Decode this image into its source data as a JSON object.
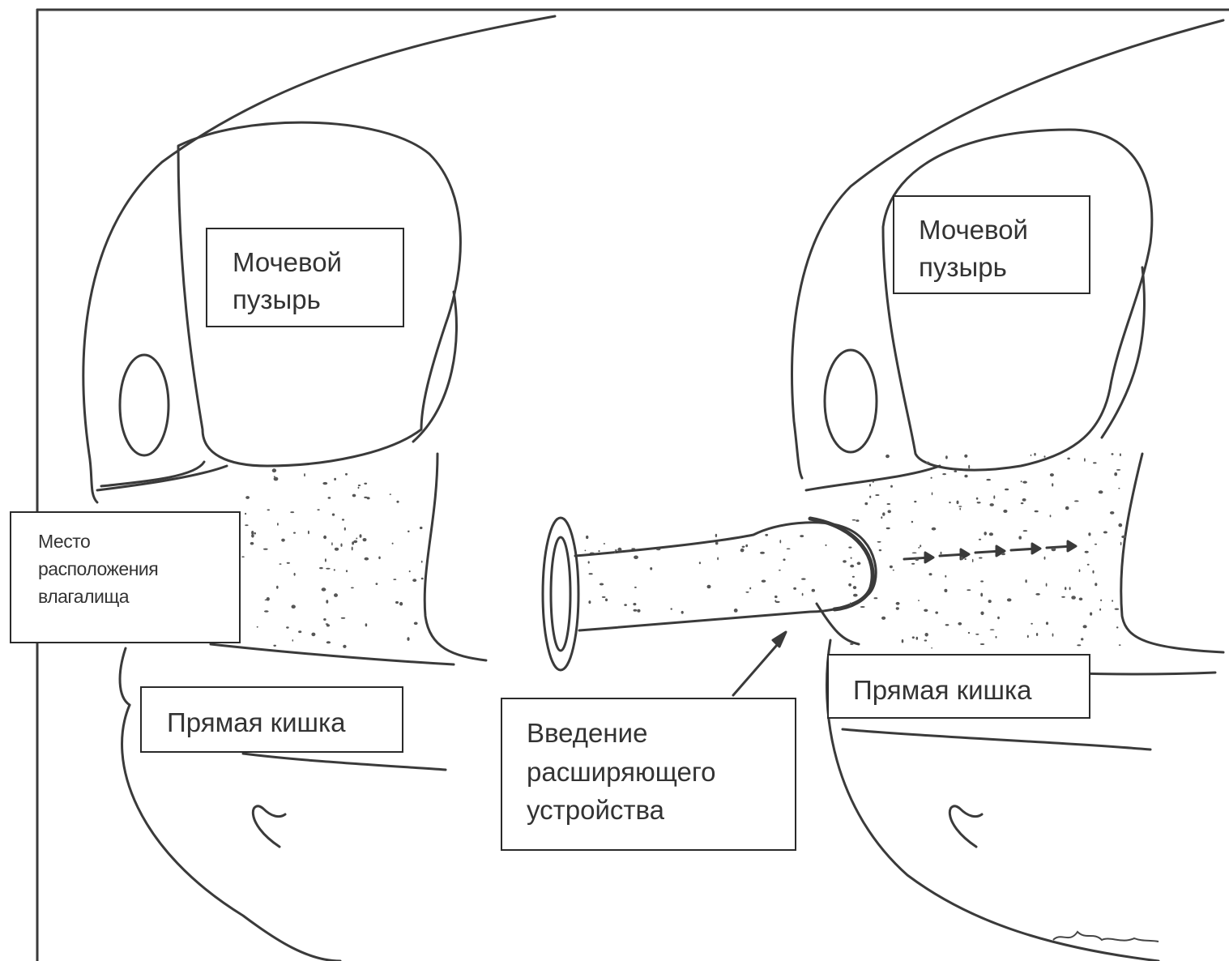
{
  "labels": {
    "bladder_left": [
      "Мочевой",
      "пузырь"
    ],
    "bladder_right": [
      "Мочевой",
      "пузырь"
    ],
    "vagina_site": [
      "Место",
      "расположения",
      "влагалища"
    ],
    "rectum_left": [
      "Прямая кишка"
    ],
    "rectum_right": [
      "Прямая кишка"
    ],
    "dilator_insertion": [
      "Введение",
      "расширяющего",
      "устройства"
    ]
  },
  "colors": {
    "line": "#3a3a3a",
    "background": "#ffffff",
    "text": "#333333"
  }
}
